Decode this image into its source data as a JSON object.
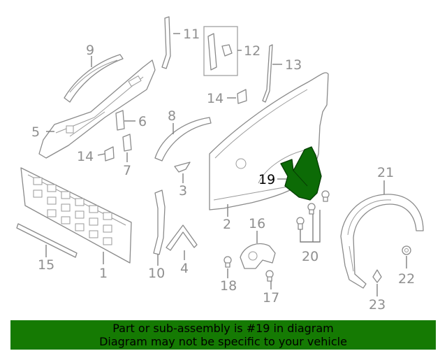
{
  "callouts": {
    "c1": "1",
    "c2": "2",
    "c3": "3",
    "c4": "4",
    "c5": "5",
    "c6": "6",
    "c7": "7",
    "c8": "8",
    "c9": "9",
    "c10": "10",
    "c11": "11",
    "c12": "12",
    "c13": "13",
    "c14a": "14",
    "c14b": "14",
    "c15": "15",
    "c16": "16",
    "c17": "17",
    "c18": "18",
    "c19": "19",
    "c20": "20",
    "c21": "21",
    "c22": "22",
    "c23": "23"
  },
  "highlight": {
    "part_number": "19",
    "color": "#0c6b06"
  },
  "footer": {
    "line1": "Part or sub-assembly is #19 in diagram",
    "line2": "Diagram may not be specific to your vehicle",
    "background": "#157a03"
  }
}
